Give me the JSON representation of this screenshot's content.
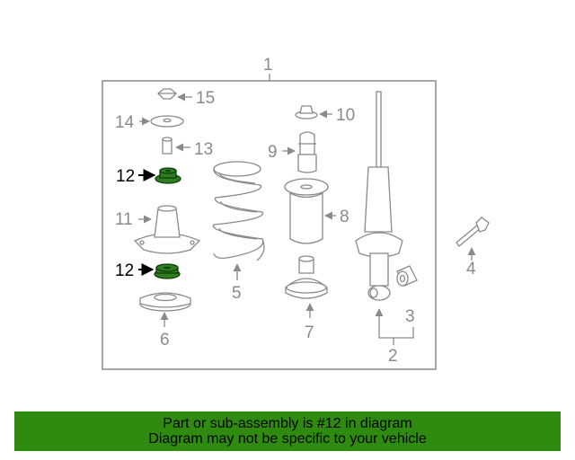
{
  "callouts": {
    "c1": "1",
    "c2": "2",
    "c3": "3",
    "c4": "4",
    "c5": "5",
    "c6": "6",
    "c7": "7",
    "c8": "8",
    "c9": "9",
    "c10": "10",
    "c11": "11",
    "c12a": "12",
    "c12b": "12",
    "c13": "13",
    "c14": "14",
    "c15": "15"
  },
  "highlight_color": "#2e8b0f",
  "banner": {
    "line1": "Part or sub-assembly is #12 in diagram",
    "line2": "Diagram may not be specific to your vehicle"
  }
}
